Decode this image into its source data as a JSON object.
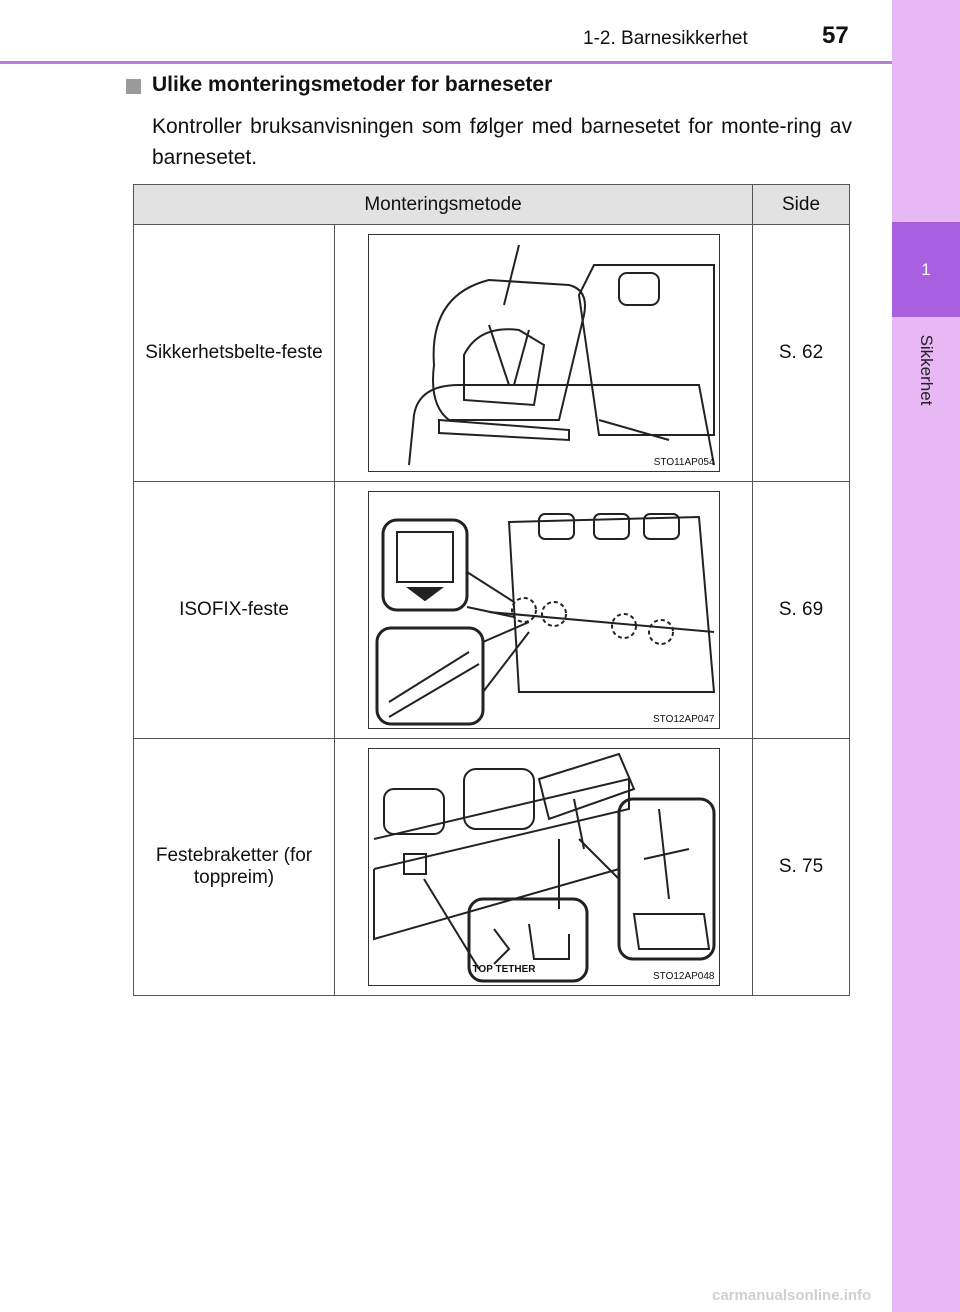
{
  "header": {
    "section": "1-2. Barnesikkerhet",
    "page": "57"
  },
  "sidebar": {
    "tab_number": "1",
    "chapter": "Sikkerhet"
  },
  "heading": "Ulike monteringsmetoder for barneseter",
  "paragraph": "Kontroller bruksanvisningen som følger med barnesetet for monte-ring av barnesetet.",
  "table": {
    "headers": [
      "Monteringsmetode",
      "Side"
    ],
    "rows": [
      {
        "method": "Sikkerhetsbelte-feste",
        "page": "S. 62",
        "image_code": "STO11AP054"
      },
      {
        "method": "ISOFIX-feste",
        "page": "S. 69",
        "image_code": "STO12AP047"
      },
      {
        "method": "Festebraketter (for toppreim)",
        "page": "S. 75",
        "image_code": "STO12AP048",
        "label": "TOP TETHER"
      }
    ]
  },
  "watermark": "carmanualsonline.info"
}
